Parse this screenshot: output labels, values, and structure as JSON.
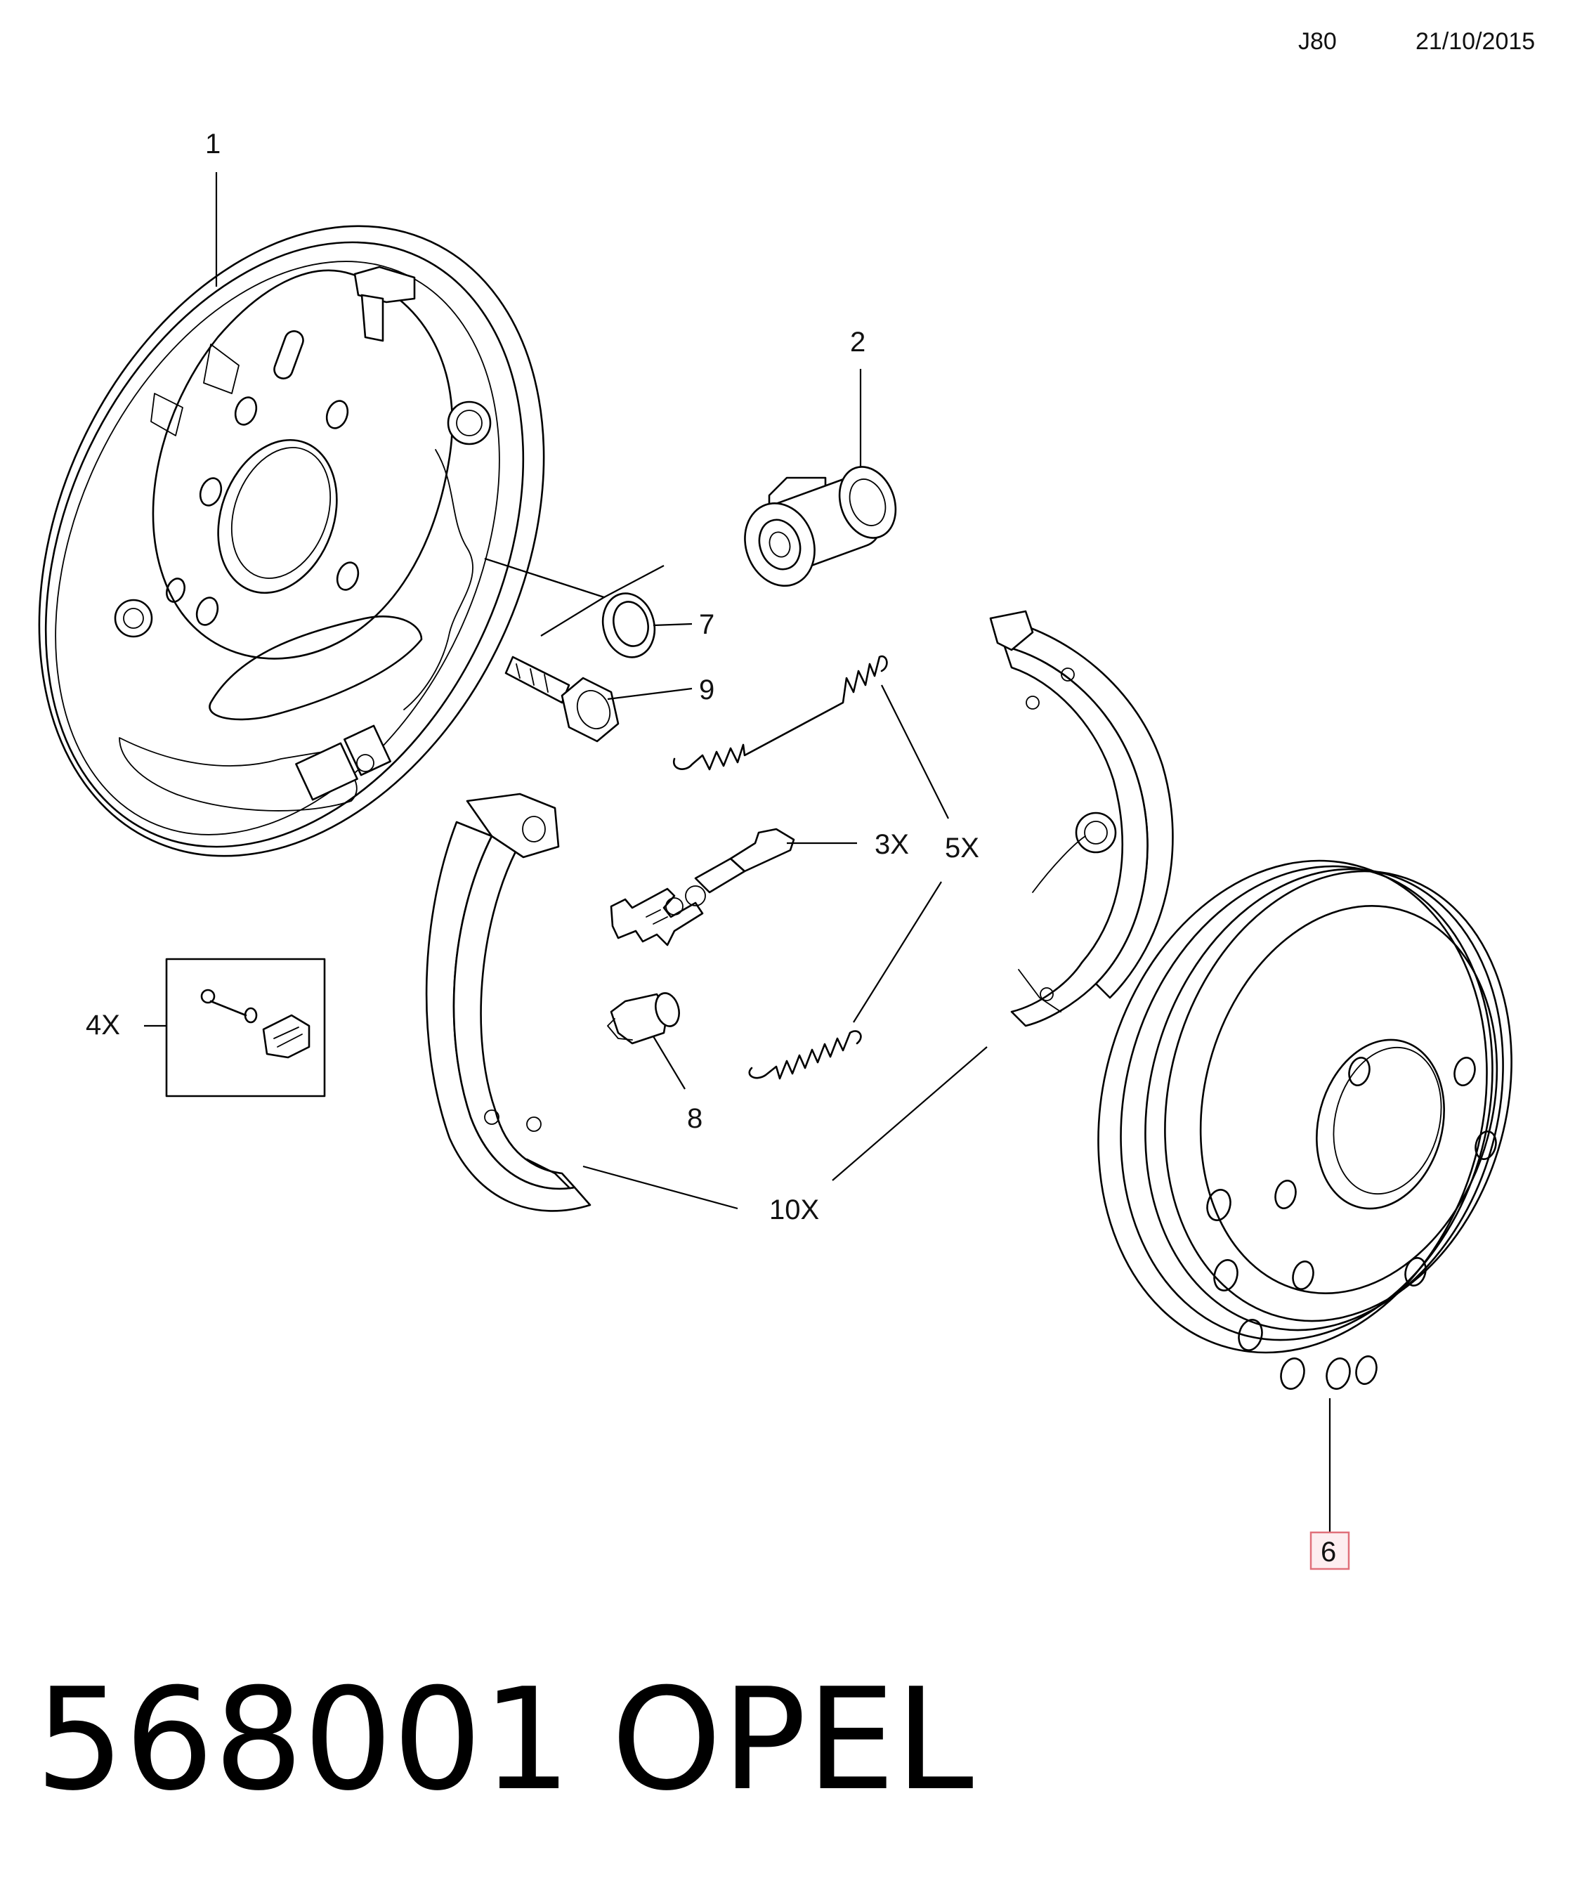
{
  "header": {
    "code": "J80",
    "date": "21/10/2015"
  },
  "callouts": {
    "c1": "1",
    "c2": "2",
    "c3": "3X",
    "c4": "4X",
    "c5": "5X",
    "c6": "6",
    "c7": "7",
    "c8": "8",
    "c9": "9",
    "c10": "10X"
  },
  "footer": {
    "part_number": "568001",
    "brand": "OPEL"
  },
  "colors": {
    "highlight_box": "#e0707a",
    "highlight_fill": "#fdeef0"
  }
}
